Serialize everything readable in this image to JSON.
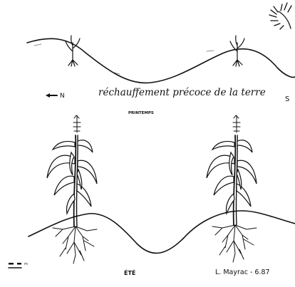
{
  "diagram": {
    "top_caption": "réchauffement précoce de la terre",
    "north_label": "N",
    "south_label": "S",
    "spring_label": "PRINTEMPS",
    "summer_label": "ÉTÉ",
    "signature": "L. Mayrac - 6.87",
    "scale_label": "m",
    "colors": {
      "ink": "#111111",
      "paper": "#ffffff"
    }
  }
}
